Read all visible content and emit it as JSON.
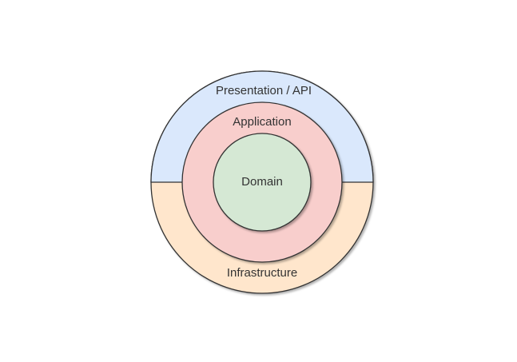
{
  "page": {
    "background": "#ffffff"
  },
  "diagram": {
    "kind": "onion-architecture",
    "stroke_color": "#333333",
    "text_color": "#333333",
    "layers": {
      "presentation": {
        "label": "Presentation / API",
        "fill": "#dae8fc"
      },
      "infrastructure": {
        "label": "Infrastructure",
        "fill": "#ffe6cc"
      },
      "application": {
        "label": "Application",
        "fill": "#f8cecc"
      },
      "domain": {
        "label": "Domain",
        "fill": "#d5e8d4"
      }
    }
  }
}
